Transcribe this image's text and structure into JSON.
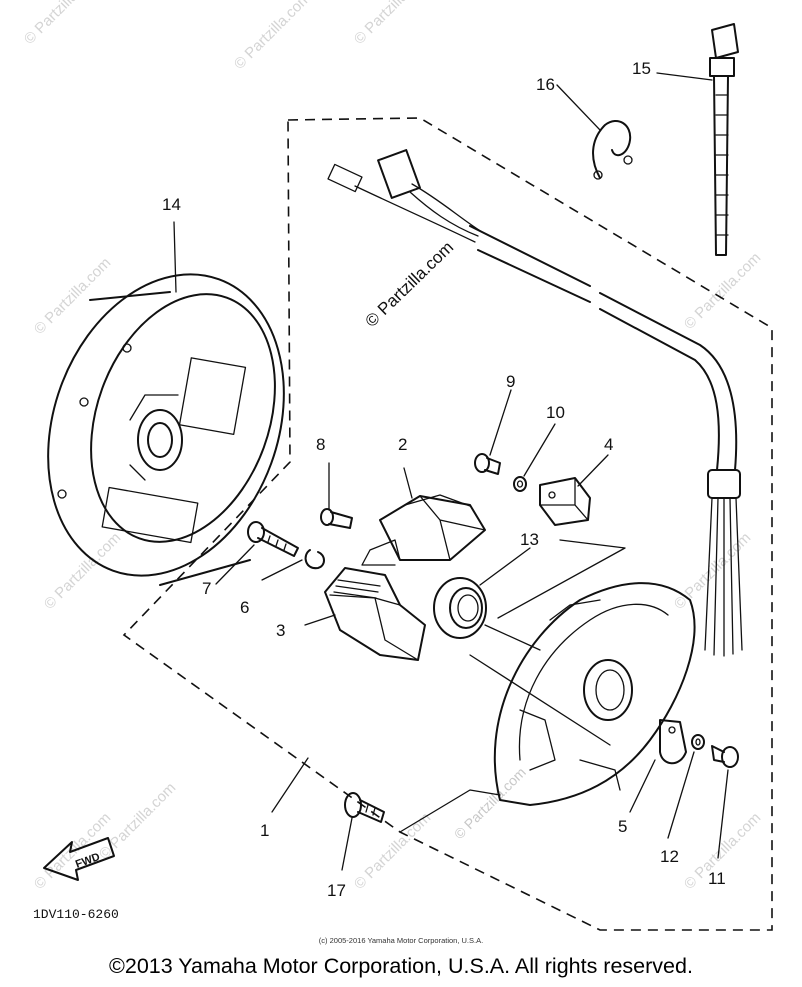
{
  "diagram": {
    "part_code": "1DV110-6260",
    "fwd_label": "FWD",
    "callouts": [
      "1",
      "2",
      "3",
      "4",
      "5",
      "6",
      "7",
      "8",
      "9",
      "10",
      "11",
      "12",
      "13",
      "14",
      "15",
      "16",
      "17"
    ],
    "watermark": "© Partzilla.com"
  },
  "footer": {
    "small_copyright": "(c) 2005-2016 Yamaha Motor Corporation, U.S.A.",
    "main_copyright": "©2013 Yamaha Motor Corporation, U.S.A. All rights reserved."
  }
}
